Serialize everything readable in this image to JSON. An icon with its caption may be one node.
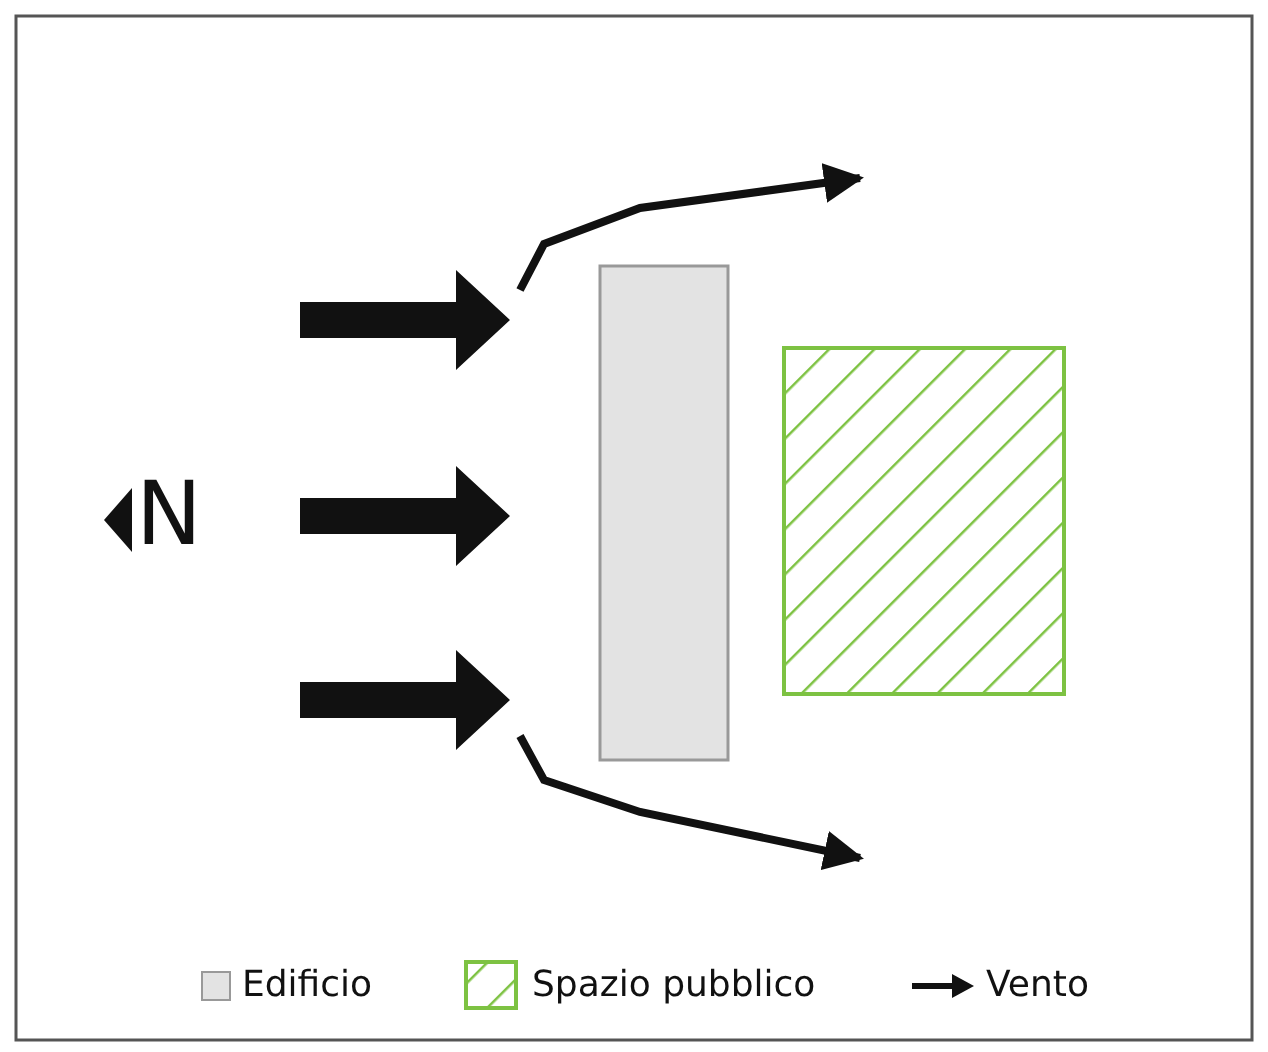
{
  "diagram": {
    "nodes": [
      {
        "text": [],
        "shape": "box"
      },
      {
        "text": [],
        "shape": "box"
      }
    ],
    "labels": [
      "N"
    ],
    "legend": [
      {
        "text": "Edificio",
        "color": "#e3e3e3"
      },
      {
        "text": "Spazio pubblico"
      },
      {
        "text": "Vento"
      }
    ]
  }
}
